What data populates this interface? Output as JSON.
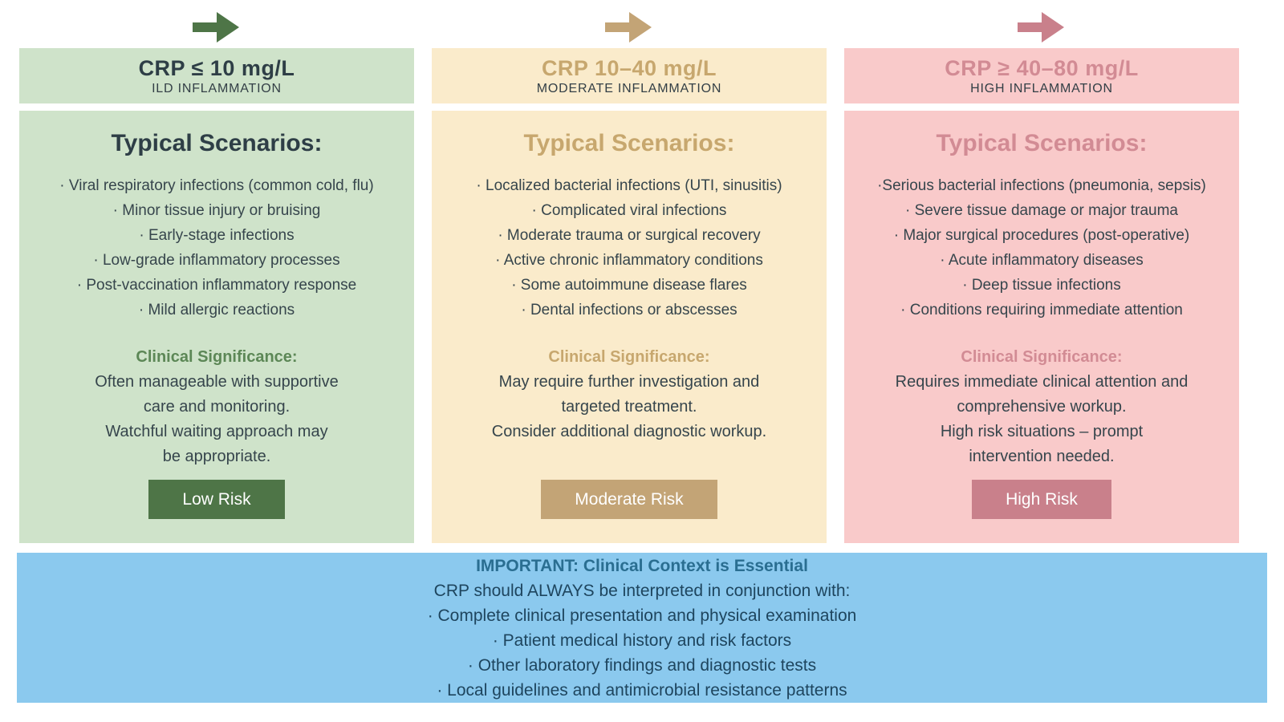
{
  "columns": [
    {
      "id": "low",
      "range_label": "CRP ≤ 10 mg/L",
      "level_label": "ILD INFLAMMATION",
      "scenarios_title": "Typical Scenarios:",
      "scenarios": [
        "· Viral respiratory infections (common cold, flu)",
        "· Minor tissue injury or bruising",
        "· Early-stage infections",
        "· Low-grade inflammatory processes",
        "· Post-vaccination inflammatory response",
        "· Mild allergic reactions"
      ],
      "significance_label": "Clinical Significance:",
      "significance_lines": [
        "Often manageable with supportive",
        "care and monitoring.",
        "Watchful waiting approach may",
        "be appropriate."
      ],
      "badge_label": "Low Risk",
      "colors": {
        "background": "#CFE3CA",
        "accent": "#4E7547",
        "heading": "#2E3E46",
        "significance_label": "#5C8756",
        "badge_background": "#4E7547"
      }
    },
    {
      "id": "moderate",
      "range_label": "CRP 10–40 mg/L",
      "level_label": "MODERATE INFLAMMATION",
      "scenarios_title": "Typical Scenarios:",
      "scenarios": [
        "· Localized bacterial infections (UTI, sinusitis)",
        "· Complicated viral infections",
        "· Moderate trauma or surgical recovery",
        "· Active chronic inflammatory conditions",
        "· Some autoimmune disease flares",
        "· Dental infections or abscesses"
      ],
      "significance_label": "Clinical Significance:",
      "significance_lines": [
        "May require further investigation and",
        "targeted treatment.",
        "Consider additional diagnostic workup."
      ],
      "badge_label": "Moderate Risk",
      "colors": {
        "background": "#FAEBCB",
        "accent": "#C3A476",
        "heading": "#C7A76E",
        "significance_label": "#C7A76E",
        "badge_background": "#C3A476"
      }
    },
    {
      "id": "high",
      "range_label": "CRP ≥ 40–80 mg/L",
      "level_label": "HIGH INFLAMMATION",
      "scenarios_title": "Typical Scenarios:",
      "scenarios": [
        "·Serious bacterial infections (pneumonia, sepsis)",
        "· Severe tissue damage or major trauma",
        "· Major surgical procedures (post-operative)",
        "· Acute inflammatory diseases",
        "· Deep tissue infections",
        "· Conditions requiring immediate attention"
      ],
      "significance_label": "Clinical Significance:",
      "significance_lines": [
        "Requires immediate clinical attention and",
        "comprehensive workup.",
        "High risk situations – prompt",
        "intervention needed."
      ],
      "badge_label": "High Risk",
      "colors": {
        "background": "#F9CACA",
        "accent": "#C9808B",
        "heading": "#D28B94",
        "significance_label": "#D28B94",
        "badge_background": "#C9808B"
      }
    }
  ],
  "banner": {
    "title": "IMPORTANT: Clinical Context is Essential",
    "lines": [
      "CRP should ALWAYS be interpreted in conjunction with:",
      "· Complete clinical presentation and physical examination",
      "· Patient medical history and risk factors",
      "· Other laboratory findings and diagnostic tests",
      "· Local guidelines and antimicrobial resistance patterns"
    ],
    "colors": {
      "background": "#8BC9EE",
      "title": "#2A6E91",
      "text": "#1E455E"
    }
  }
}
